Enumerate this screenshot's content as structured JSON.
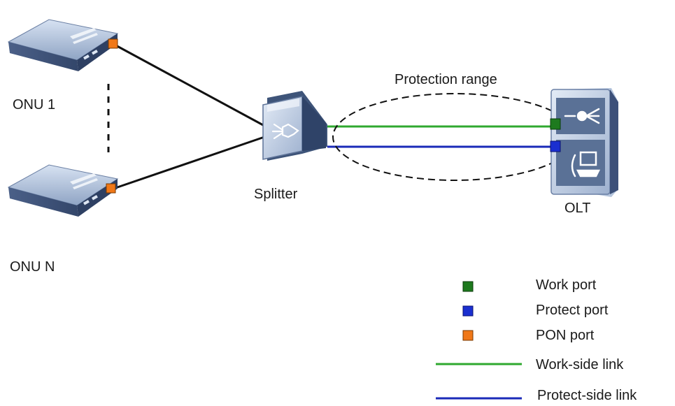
{
  "diagram": {
    "labels": {
      "onu1": "ONU 1",
      "onuN": "ONU N",
      "splitter": "Splitter",
      "olt": "OLT",
      "protection_range": "Protection range"
    },
    "colors": {
      "work_port": "#1e7a1e",
      "protect_port": "#1a2fd0",
      "pon_port": "#f07818",
      "work_link": "#2fa82f",
      "protect_link": "#1a2ab8",
      "device_body": "#5a7196",
      "device_dark": "#3a4f73",
      "device_light": "#c9d6ea"
    },
    "icons": {
      "onu": "onu-device-icon",
      "splitter": "splitter-icon",
      "olt": "olt-chassis-icon"
    }
  },
  "legend": {
    "items": [
      {
        "type": "square",
        "color": "#1e7a1e",
        "label": "Work port"
      },
      {
        "type": "square",
        "color": "#1a2fd0",
        "label": "Protect port"
      },
      {
        "type": "square",
        "color": "#f07818",
        "label": "PON port"
      },
      {
        "type": "line",
        "color": "#2fa82f",
        "label": "Work-side link"
      },
      {
        "type": "line",
        "color": "#1a2ab8",
        "label": "Protect-side link"
      }
    ]
  }
}
